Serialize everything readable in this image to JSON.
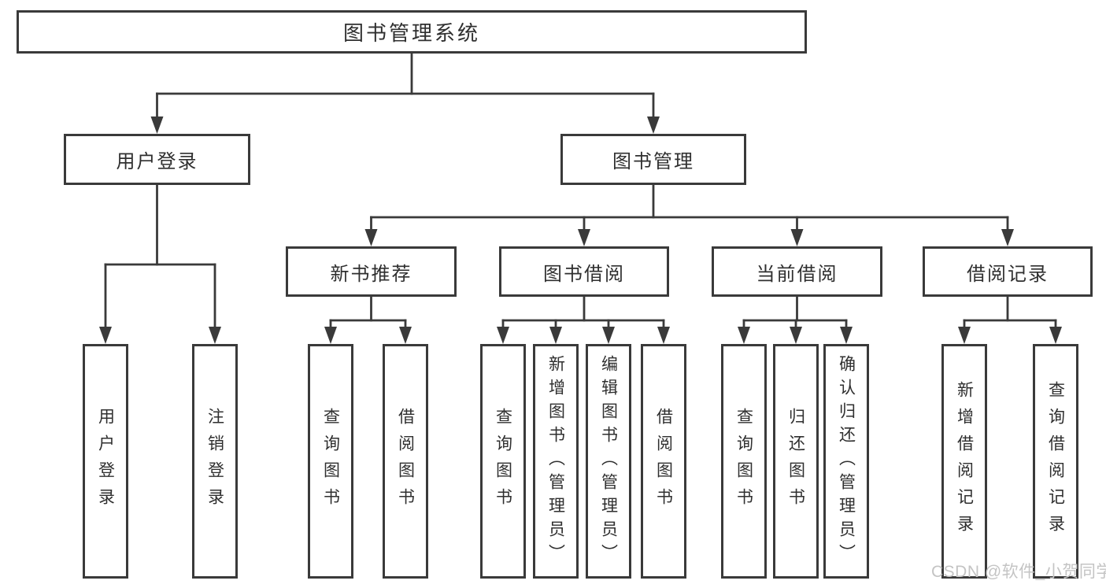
{
  "tree": {
    "label": "图书管理系统",
    "children": [
      {
        "label": "用户登录",
        "children": [
          {
            "label": "用户登录"
          },
          {
            "label": "注销登录"
          }
        ]
      },
      {
        "label": "图书管理",
        "children": [
          {
            "label": "新书推荐",
            "children": [
              {
                "label": "查询图书"
              },
              {
                "label": "借阅图书"
              }
            ]
          },
          {
            "label": "图书借阅",
            "children": [
              {
                "label": "查询图书"
              },
              {
                "label": "新增图书（管理员）"
              },
              {
                "label": "编辑图书（管理员）"
              },
              {
                "label": "借阅图书"
              }
            ]
          },
          {
            "label": "当前借阅",
            "children": [
              {
                "label": "查询图书"
              },
              {
                "label": "归还图书"
              },
              {
                "label": "确认归还（管理员）"
              }
            ]
          },
          {
            "label": "借阅记录",
            "children": [
              {
                "label": "新增借阅记录"
              },
              {
                "label": "查询借阅记录"
              }
            ]
          }
        ]
      }
    ]
  },
  "watermark": {
    "text": "CSDN @软件_小贺同学"
  },
  "colors": {
    "line": "#3a3a3a",
    "text": "#2f2f2f",
    "background": "#ffffff",
    "watermark": "#c4c4c4"
  }
}
